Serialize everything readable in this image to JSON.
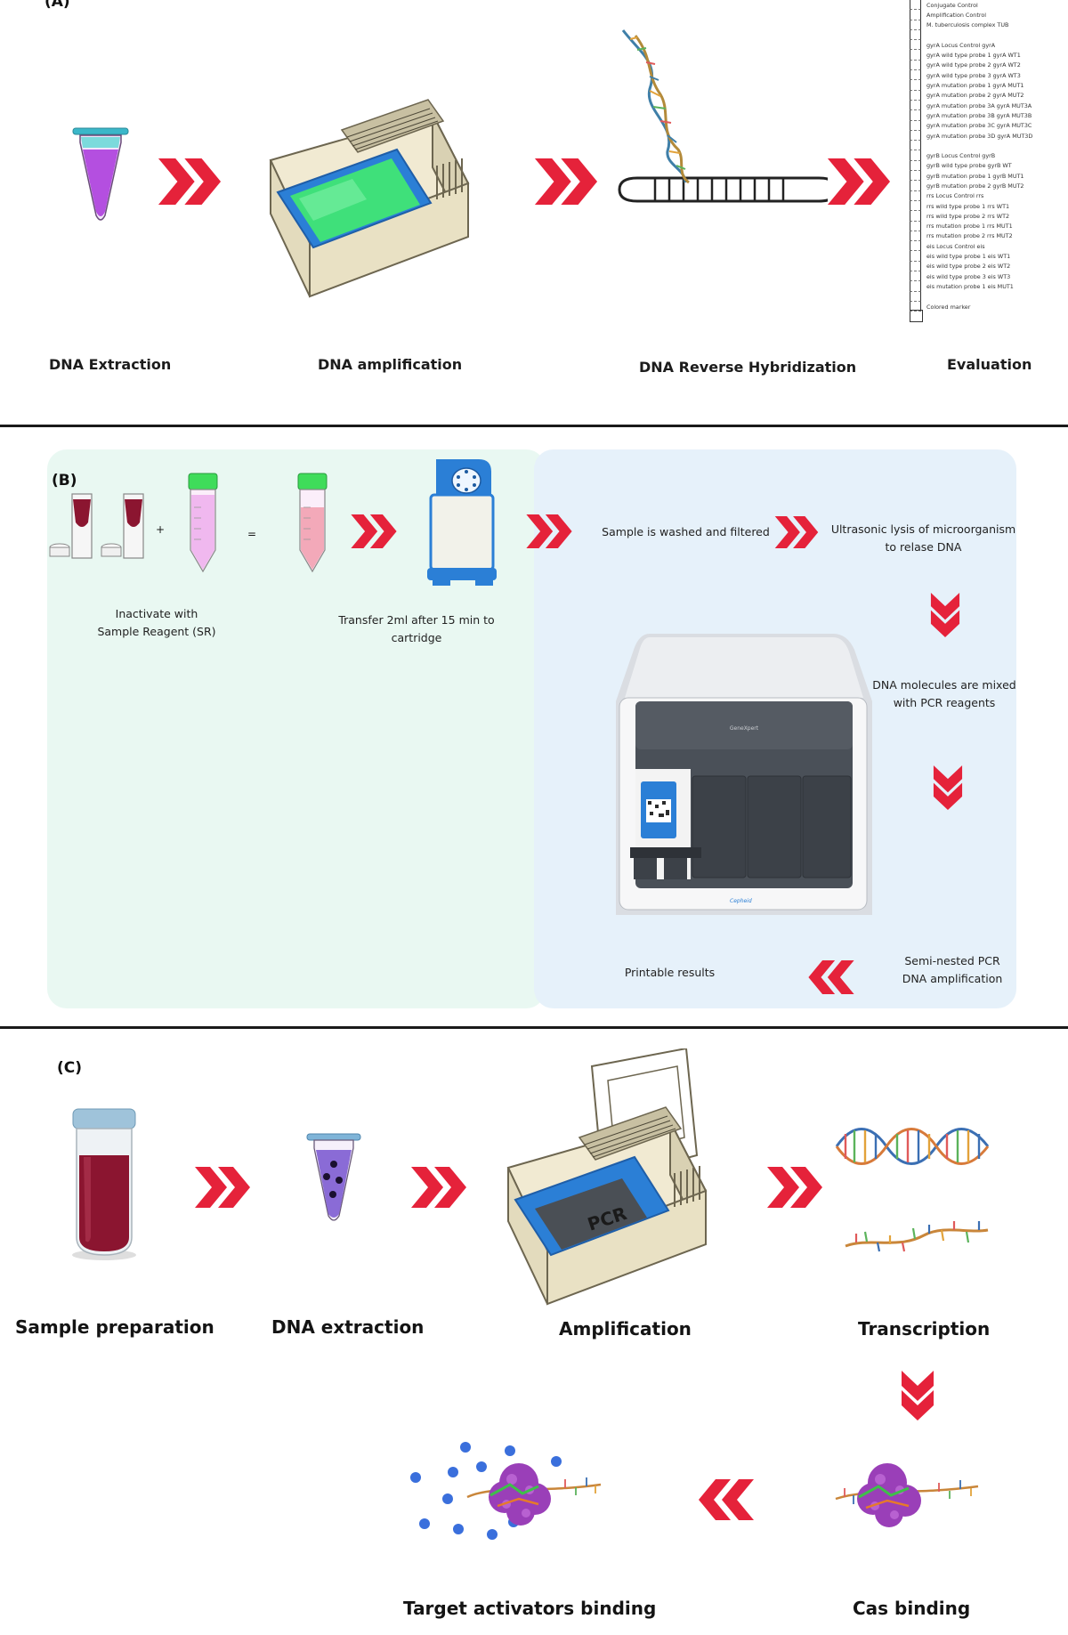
{
  "panel_a": {
    "tag": "(A)",
    "steps": [
      {
        "label": "DNA Extraction"
      },
      {
        "label": "DNA amplification"
      },
      {
        "label": "DNA Reverse Hybridization"
      },
      {
        "label": "Evaluation"
      }
    ],
    "strip_lines": [
      "Conjugate Control",
      "Amplification Control",
      "M. tuberculosis complex TUB",
      "",
      "gyrA Locus Control gyrA",
      "gyrA wild type probe 1 gyrA WT1",
      "gyrA wild type probe 2 gyrA WT2",
      "gyrA wild type probe 3 gyrA WT3",
      "gyrA mutation probe 1 gyrA MUT1",
      "gyrA mutation probe 2 gyrA MUT2",
      "gyrA mutation probe 3A gyrA MUT3A",
      "gyrA mutation probe 3B gyrA MUT3B",
      "gyrA mutation probe 3C gyrA MUT3C",
      "gyrA mutation probe 3D gyrA MUT3D",
      "",
      "gyrB Locus Control gyrB",
      "gyrB wild type probe gyrB WT",
      "gyrB mutation probe 1 gyrB MUT1",
      "gyrB mutation probe 2 gyrB MUT2",
      "rrs Locus Control rrs",
      "rrs wild type probe 1 rrs WT1",
      "rrs wild type probe 2 rrs WT2",
      "rrs mutation probe 1 rrs MUT1",
      "rrs mutation probe 2 rrs MUT2",
      "eis Locus Control eis",
      "eis wild type probe 1 eis WT1",
      "eis wild type probe 2 eis WT2",
      "eis wild type probe 3 eis WT3",
      "eis mutation probe 1 eis MUT1",
      "",
      "Colored marker"
    ]
  },
  "panel_b": {
    "tag": "(B)",
    "plus": "+",
    "equals": "=",
    "inactivate_label": "Inactivate with\nSample Reagent (SR)",
    "transfer_label": "Transfer 2ml after 15 min to\ncartridge",
    "washed_label": "Sample is washed and filtered",
    "lysis_label": "Ultrasonic lysis of microorganism\nto relase DNA",
    "mixed_label": "DNA molecules are mixed\nwith PCR reagents",
    "pcr_label": "Semi-nested PCR\nDNA amplification",
    "results_label": "Printable results",
    "device_brand": "GeneXpert",
    "device_logo": "Cepheid"
  },
  "panel_c": {
    "tag": "(C)",
    "pcr_screen": "PCR",
    "steps": [
      {
        "label": "Sample preparation"
      },
      {
        "label": "DNA extraction"
      },
      {
        "label": "Amplification"
      },
      {
        "label": "Transcription"
      },
      {
        "label": "Cas binding"
      },
      {
        "label": "Target activators binding"
      }
    ]
  },
  "colors": {
    "arrow_red": "#e5223a",
    "device_blue": "#2b7fd6",
    "screen_green": "#3fe07a",
    "tube_purple": "#b44fe0",
    "panel_green_bg": "#e9f8f2",
    "panel_blue_bg": "#e6f1fa",
    "blood_red": "#8b1530",
    "cas_purple": "#9a3fb8"
  }
}
